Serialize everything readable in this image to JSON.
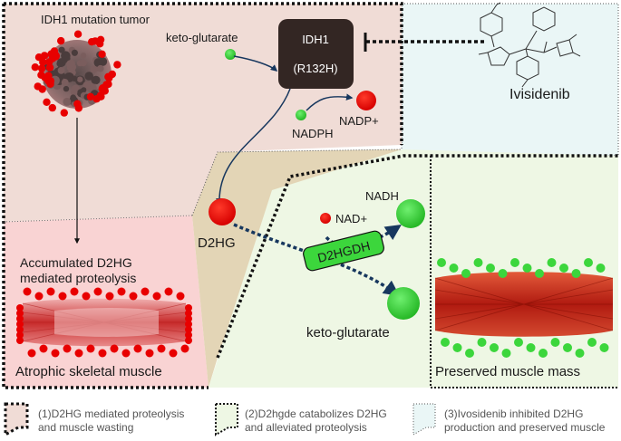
{
  "labels": {
    "tumor": "IDH1 mutation tumor",
    "keto_glutarate_top": "keto-glutarate",
    "idh1_line1": "IDH1",
    "idh1_line2": "(R132H)",
    "nadph": "NADPH",
    "nadp_plus": "NADP+",
    "ivosidenib": "Ivisidenib",
    "d2hg": "D2HG",
    "nadh": "NADH",
    "nad_plus": "NAD+",
    "d2hgdh": "D2HGDH",
    "keto_glutarate_bottom": "keto-glutarate",
    "accumulated_line1": "Accumulated D2HG",
    "accumulated_line2": "mediated proteolysis",
    "atrophic": "Atrophic skeletal muscle",
    "preserved": "Preserved muscle mass"
  },
  "legend": [
    {
      "line1": "(1)D2HG mediated proteolysis",
      "line2": "and muscle wasting"
    },
    {
      "line1": "(2)D2hgde catabolizes D2HG",
      "line2": "and alleviated proteolysis"
    },
    {
      "line1": "(3)Ivosidenib inhibited D2HG",
      "line2": "production and preserved muscle"
    }
  ],
  "colors": {
    "region1": "#f0dcd6",
    "region1_lower": "#f9d3d3",
    "region2": "#eef7e4",
    "region3": "#eaf6f6",
    "wedge": "#e3d5b6",
    "red": "#e80000",
    "green": "#3cd63c",
    "enzyme": "#332623",
    "arrow": "#17375e"
  }
}
